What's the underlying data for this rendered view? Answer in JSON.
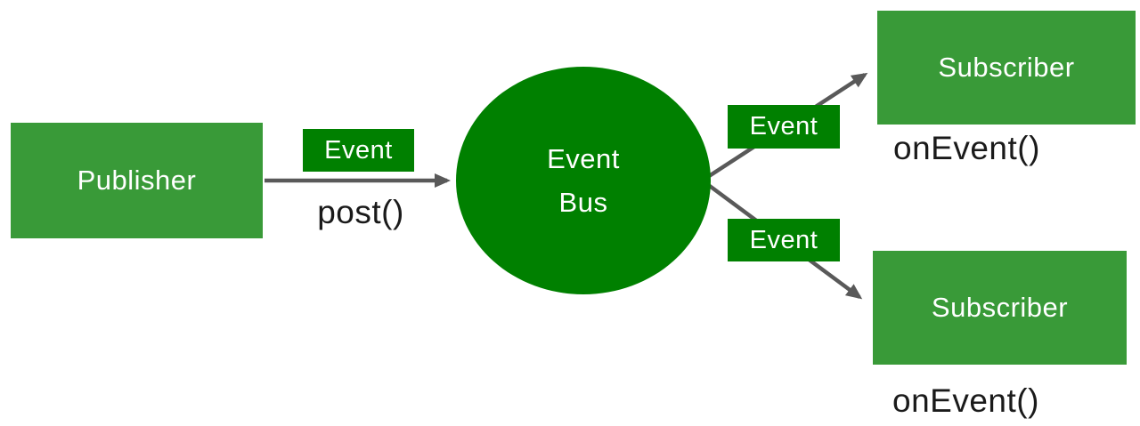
{
  "diagram": {
    "publisher": {
      "label": "Publisher"
    },
    "post_arrow": {
      "badge": "Event",
      "method": "post()"
    },
    "event_bus": {
      "line1": "Event",
      "line2": "Bus"
    },
    "subscribers": [
      {
        "label": "Subscriber",
        "badge": "Event",
        "method": "onEvent()"
      },
      {
        "label": "Subscriber",
        "badge": "Event",
        "method": "onEvent()"
      }
    ],
    "colors": {
      "node-green": "#399a38",
      "bus-green": "#008000",
      "arrow-gray": "#595959",
      "label-black": "#1a1a1a",
      "text-white": "#ffffff"
    }
  }
}
